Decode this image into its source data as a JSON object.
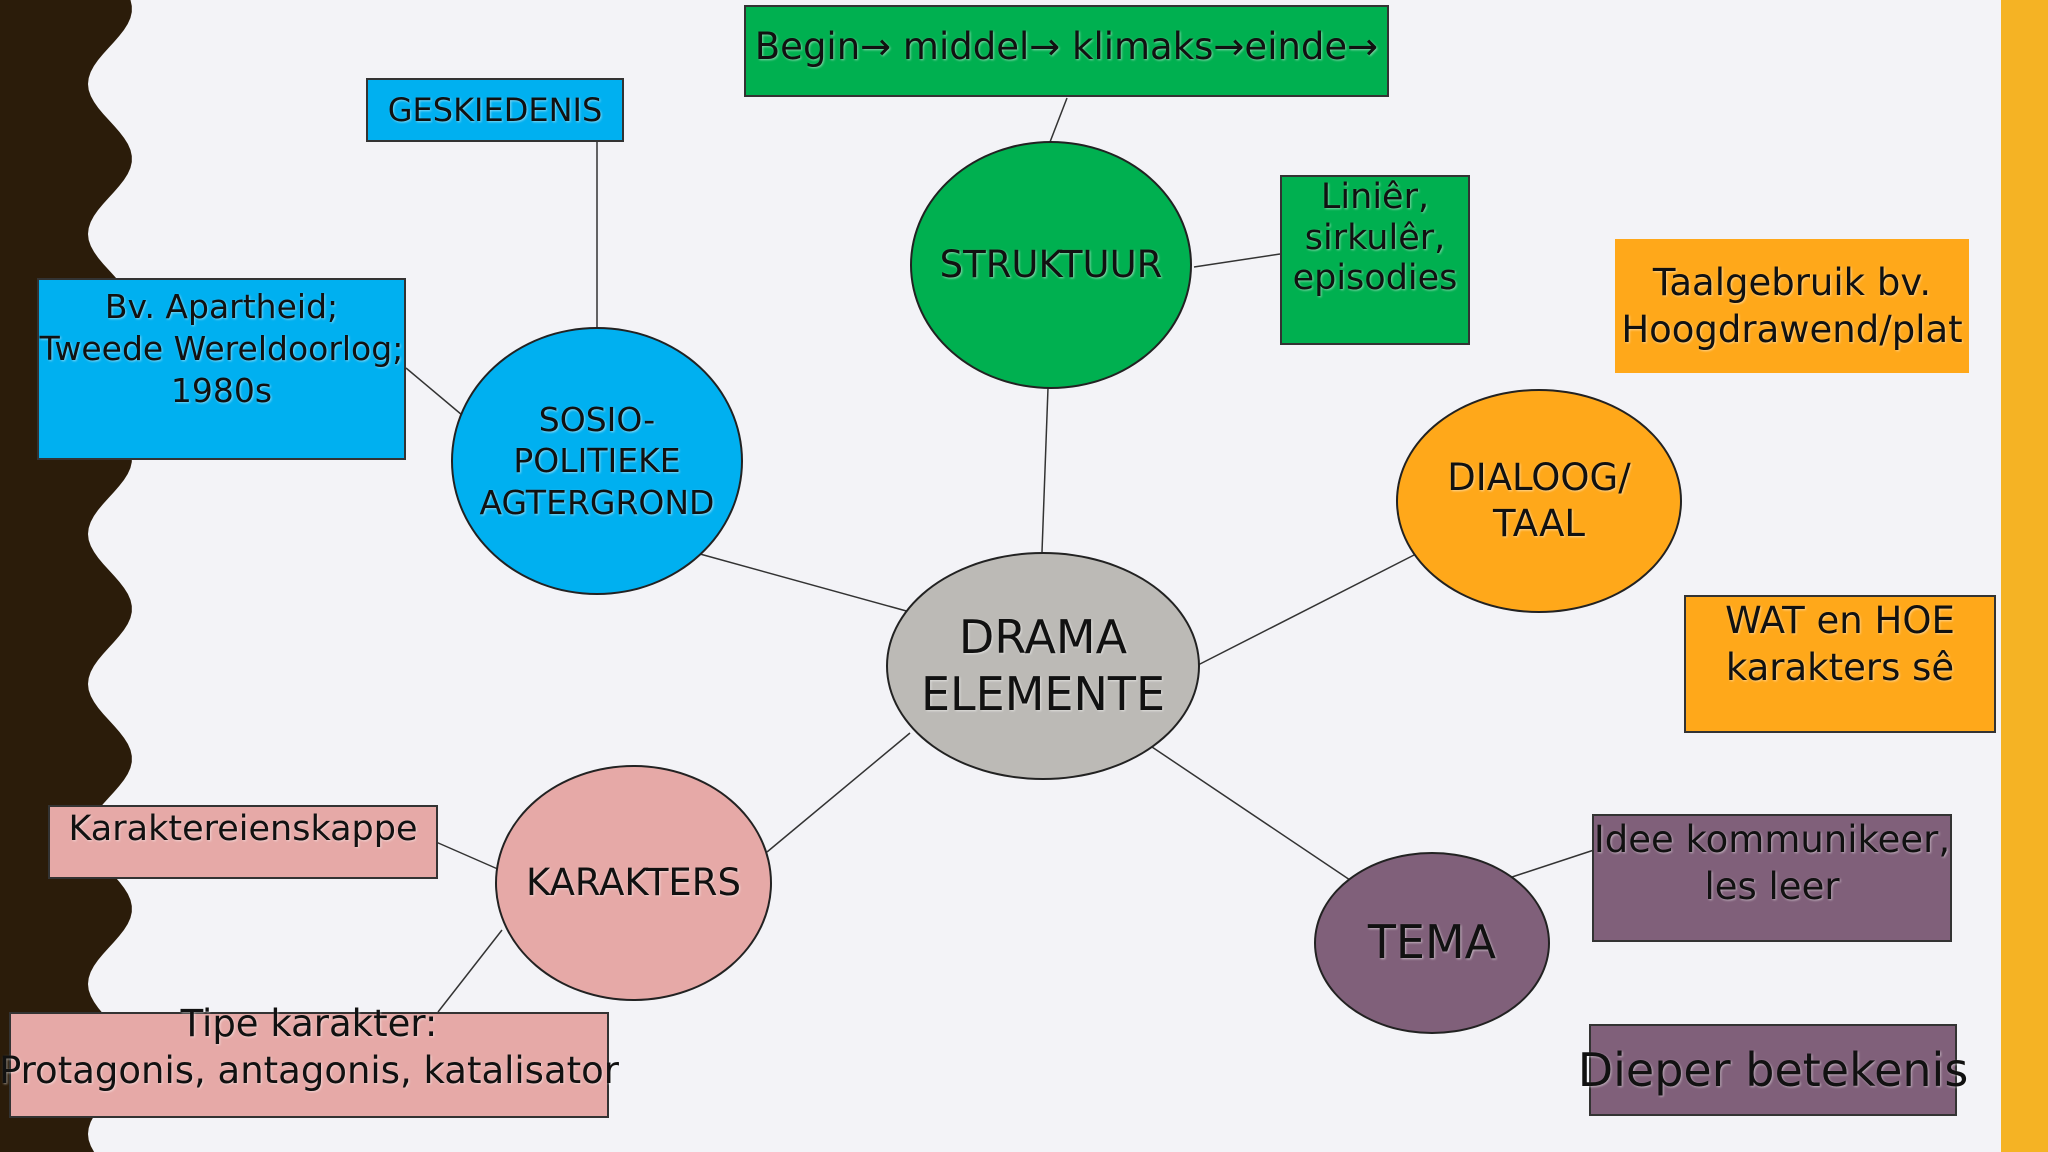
{
  "colors": {
    "background": "#f3f3f7",
    "left_edge": "#2b1c0a",
    "right_bar": "#f5b324",
    "center": "#bcbab6",
    "sosio": "#00b0f0",
    "struktuur": "#00b050",
    "dialoog": "#ffa81a",
    "karakters": "#e6a9a7",
    "tema": "#80607a"
  },
  "center": {
    "label": "DRAMA\nELEMENTE"
  },
  "nodes": {
    "sosio": "SOSIO-\nPOLITIEKE\nAGTERGROND",
    "struktuur": "STRUKTUUR",
    "dialoog": "DIALOOG/\nTAAL",
    "karakters": "KARAKTERS",
    "tema": "TEMA"
  },
  "boxes": {
    "geskiedenis": "GESKIEDENIS",
    "apartheid": "Bv. Apartheid;\nTweede Wereldoorlog;\n1980s",
    "struktuur_top": "Begin→ middel→ klimaks→einde→",
    "linier": "Liniêr,\nsirkulêr,\nepisodies",
    "taalgebruik": "Taalgebruik bv.\nHoogdrawend/plat",
    "wat_hoe": "WAT en HOE\nkarakters sê",
    "karaktereienskappe": "Karaktereienskappe",
    "tipe_karakter": "Tipe karakter:\nProtagonis, antagonis, katalisator",
    "idee": "Idee kommunikeer,\nles leer",
    "dieper": "Dieper betekenis"
  }
}
